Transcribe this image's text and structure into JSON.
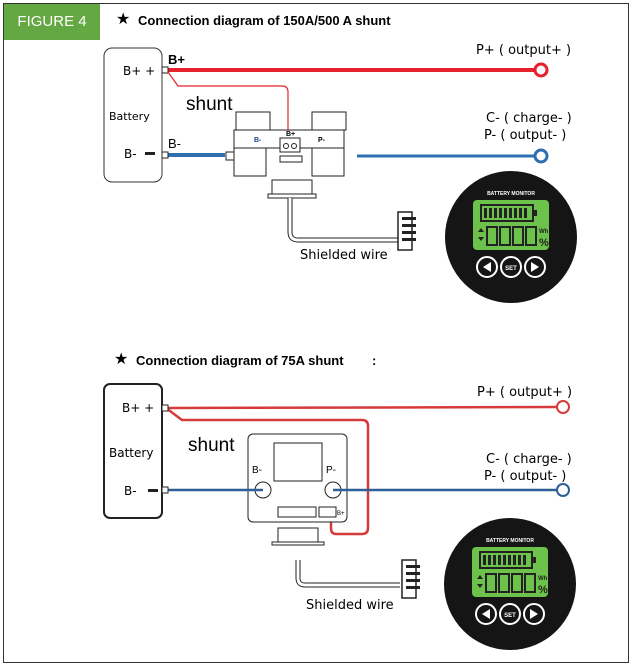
{
  "figure_label": "FIGURE 4",
  "colors": {
    "badge": "#63a843",
    "positive_wire": "#e8212e",
    "negative_wire": "#2f6fb0",
    "lcd": "#6cc24a"
  },
  "diagram1": {
    "title_star": "★",
    "title": "Connection diagram of 150A/500 A shunt",
    "battery_label": "Battery",
    "battery_pos": "B+ +",
    "battery_neg": "B-",
    "wire_bplus": "B+",
    "wire_bminus": "B-",
    "shunt_label": "shunt",
    "shunt_terminal_bminus": "B-",
    "shunt_terminal_bplus": "B+",
    "shunt_terminal_pminus": "P-",
    "output_pos": "P+ ( output+ )",
    "output_neg_1": "C- ( charge- )",
    "output_neg_2": "P- ( output- )",
    "shielded_wire": "Shielded wire",
    "monitor": {
      "title": "BATTERY MONITOR",
      "units_top": "Wh",
      "units_bottom": "%",
      "set_button": "SET"
    }
  },
  "diagram2": {
    "title_star": "★",
    "title": "Connection diagram of 75A shunt",
    "title_colon": ":",
    "battery_label": "Battery",
    "battery_pos": "B+ +",
    "battery_neg": "B-",
    "shunt_label": "shunt",
    "shunt_terminal_bminus": "B-",
    "shunt_terminal_pminus": "P-",
    "shunt_terminal_bplus": "B+",
    "output_pos": "P+ ( output+ )",
    "output_neg_1": "C- ( charge- )",
    "output_neg_2": "P- ( output- )",
    "shielded_wire": "Shielded wire",
    "monitor": {
      "title": "BATTERY MONITOR",
      "units_top": "Wh",
      "units_bottom": "%",
      "set_button": "SET"
    }
  }
}
